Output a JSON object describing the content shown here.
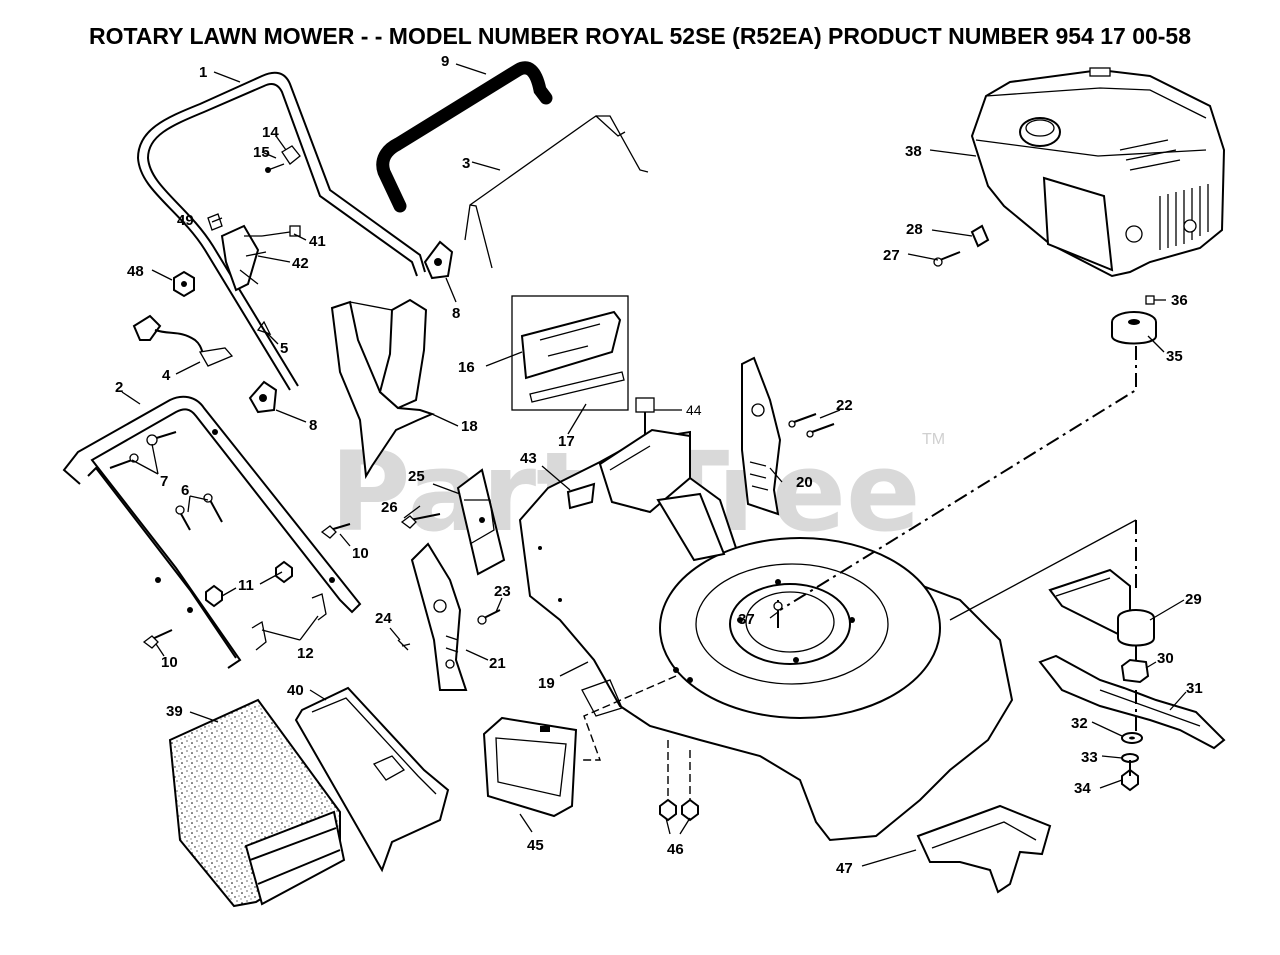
{
  "title": "ROTARY LAWN MOWER - - MODEL NUMBER ROYAL 52SE (R52EA) PRODUCT NUMBER 954 17 00-58",
  "watermark": {
    "text": "PartsTree",
    "trademark": "TM"
  },
  "callouts": [
    {
      "num": "1",
      "part": "upper-handle"
    },
    {
      "num": "2",
      "part": "lower-handle"
    },
    {
      "num": "3",
      "part": "brake-bail-wire"
    },
    {
      "num": "4",
      "part": "control-cable"
    },
    {
      "num": "5",
      "part": "cable-tie"
    },
    {
      "num": "6",
      "part": "handle-bolt"
    },
    {
      "num": "7",
      "part": "handle-bolt"
    },
    {
      "num": "8",
      "part": "handle-knob"
    },
    {
      "num": "9",
      "part": "bail-grip"
    },
    {
      "num": "10",
      "part": "bolt"
    },
    {
      "num": "11",
      "part": "nut"
    },
    {
      "num": "12",
      "part": "clip"
    },
    {
      "num": "14",
      "part": "cable-guide"
    },
    {
      "num": "15",
      "part": "screw"
    },
    {
      "num": "16",
      "part": "decal-panel"
    },
    {
      "num": "17",
      "part": "decal-strip"
    },
    {
      "num": "18",
      "part": "discharge-chute"
    },
    {
      "num": "19",
      "part": "mower-deck"
    },
    {
      "num": "20",
      "part": "height-adjuster-right"
    },
    {
      "num": "21",
      "part": "height-adjuster-left"
    },
    {
      "num": "22",
      "part": "bolt"
    },
    {
      "num": "23",
      "part": "bolt"
    },
    {
      "num": "24",
      "part": "spring"
    },
    {
      "num": "25",
      "part": "chute-door"
    },
    {
      "num": "26",
      "part": "bolt"
    },
    {
      "num": "27",
      "part": "screw"
    },
    {
      "num": "28",
      "part": "bracket"
    },
    {
      "num": "29",
      "part": "blade-adapter"
    },
    {
      "num": "30",
      "part": "blade-adapter-hub"
    },
    {
      "num": "31",
      "part": "blade"
    },
    {
      "num": "32",
      "part": "washer"
    },
    {
      "num": "33",
      "part": "lock-washer"
    },
    {
      "num": "34",
      "part": "blade-bolt"
    },
    {
      "num": "35",
      "part": "flywheel-pulley"
    },
    {
      "num": "36",
      "part": "key"
    },
    {
      "num": "37",
      "part": "engine-bolt"
    },
    {
      "num": "38",
      "part": "engine"
    },
    {
      "num": "39",
      "part": "grass-bag"
    },
    {
      "num": "40",
      "part": "bag-frame"
    },
    {
      "num": "41",
      "part": "screw"
    },
    {
      "num": "42",
      "part": "throttle-control"
    },
    {
      "num": "43",
      "part": "deck-decal"
    },
    {
      "num": "44",
      "part": "bolt"
    },
    {
      "num": "45",
      "part": "rear-door"
    },
    {
      "num": "46",
      "part": "nut"
    },
    {
      "num": "47",
      "part": "mulch-plug"
    },
    {
      "num": "48",
      "part": "nut"
    },
    {
      "num": "49",
      "part": "screw"
    }
  ]
}
